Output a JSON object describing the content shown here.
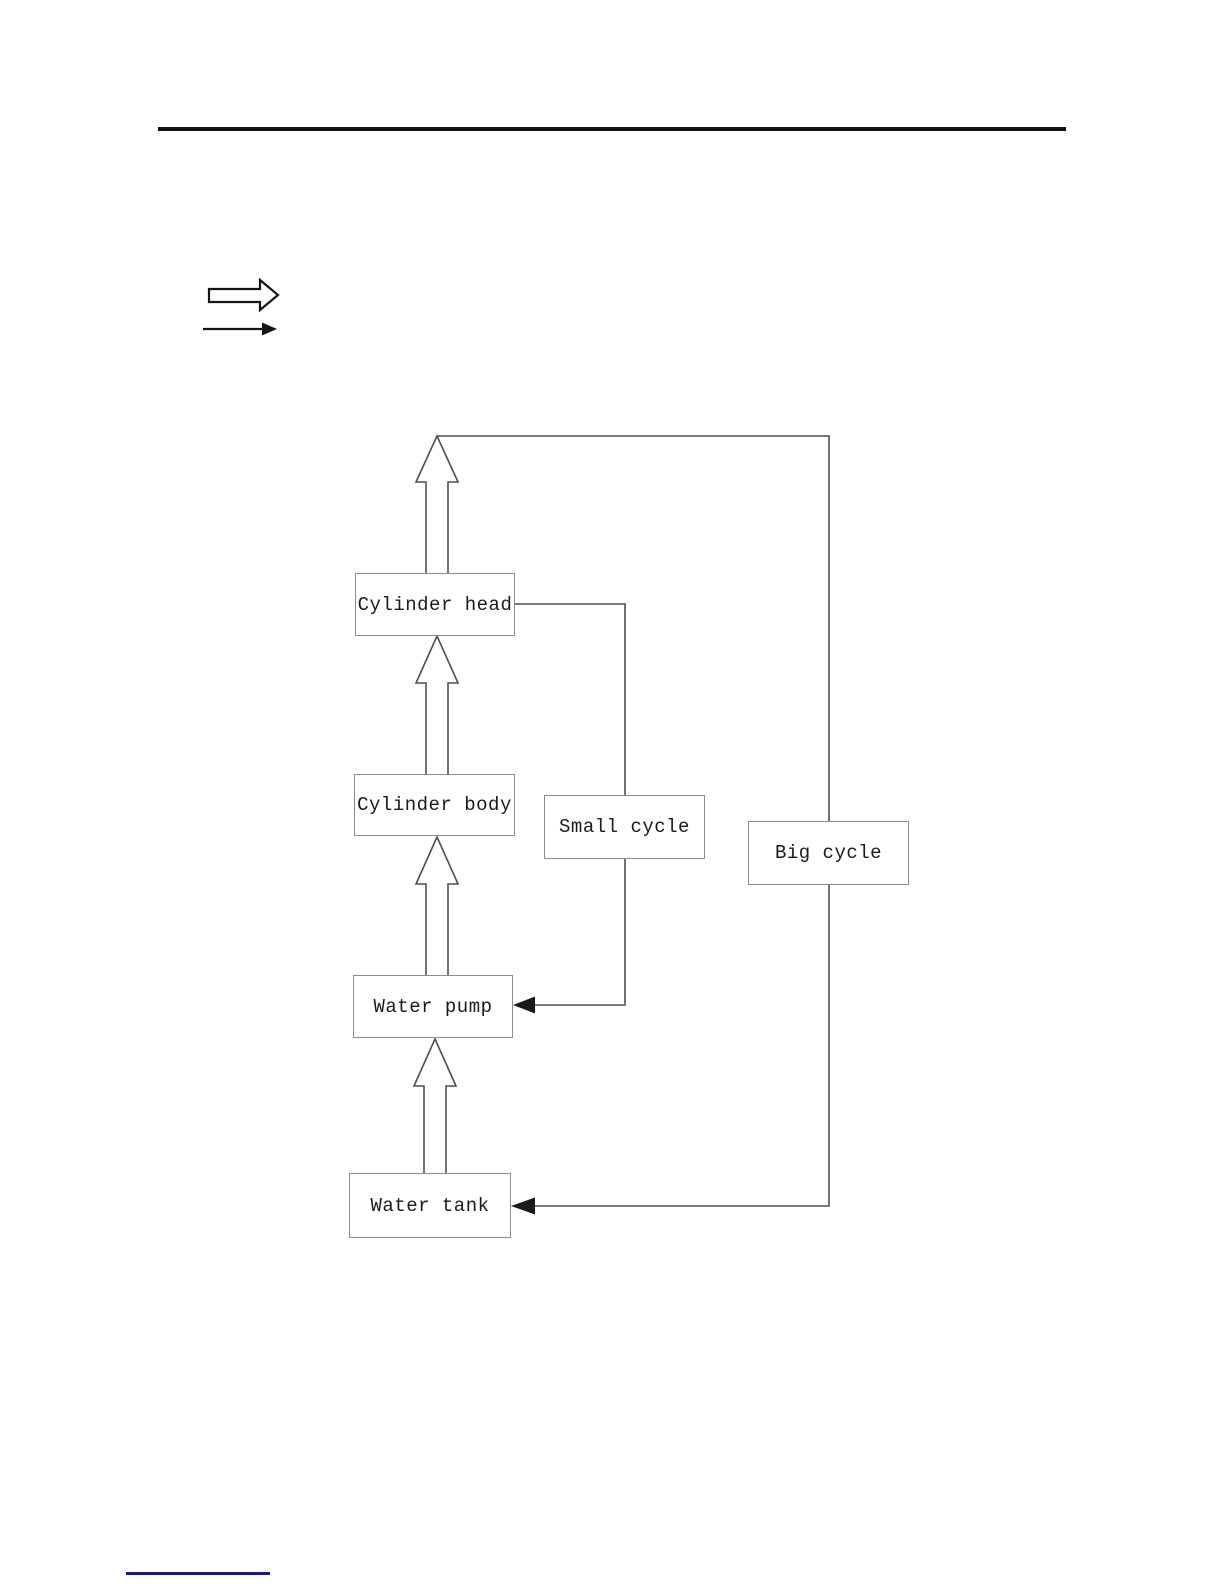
{
  "page": {
    "kind": "scanned-document-page",
    "background": "#ffffff"
  },
  "header": {
    "rule_color": "#111111"
  },
  "legend": {
    "block_arrow_icon": "hollow-block-arrow-right-icon",
    "line_arrow_icon": "thin-line-arrow-right-icon"
  },
  "diagram": {
    "nodes": [
      {
        "id": "cylinder-head",
        "label": "Cylinder head"
      },
      {
        "id": "cylinder-body",
        "label": "Cylinder body"
      },
      {
        "id": "water-pump",
        "label": "Water pump"
      },
      {
        "id": "water-tank",
        "label": "Water tank"
      },
      {
        "id": "small-cycle",
        "label": "Small cycle"
      },
      {
        "id": "big-cycle",
        "label": "Big cycle"
      }
    ],
    "edges": [
      {
        "from": "water-tank",
        "to": "water-pump",
        "style": "block-arrow"
      },
      {
        "from": "water-pump",
        "to": "cylinder-body",
        "style": "block-arrow"
      },
      {
        "from": "cylinder-body",
        "to": "cylinder-head",
        "style": "block-arrow"
      },
      {
        "from": "cylinder-head",
        "to": "big-cycle-line",
        "style": "block-arrow"
      },
      {
        "from": "cylinder-head",
        "to": "water-pump",
        "style": "thin-line-arrow",
        "via": "small-cycle"
      },
      {
        "from": "big-cycle-line",
        "to": "water-tank",
        "style": "thin-line-arrow",
        "via": "big-cycle"
      }
    ]
  },
  "colors": {
    "connection_line": "#4f4f4f",
    "box_border": "#8c8c8c",
    "text": "#1a1a1a",
    "solid_arrowhead": "#1a1a1a",
    "header_rule": "#111111",
    "footer_link_line": "#1a1a78"
  }
}
